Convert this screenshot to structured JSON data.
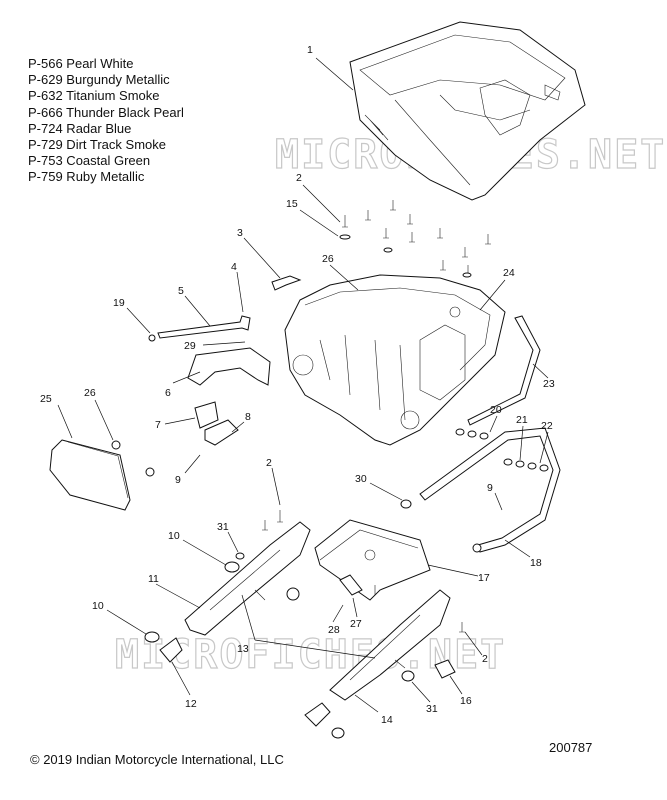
{
  "legend": [
    "P-566 Pearl White",
    "P-629 Burgundy Metallic",
    "P-632 Titanium Smoke",
    "P-666 Thunder Black Pearl",
    "P-724 Radar Blue",
    "P-729 Dirt Track Smoke",
    "P-753 Coastal Green",
    "P-759 Ruby Metallic"
  ],
  "watermark": "MICROFICHES.NET",
  "copyright": "© 2019 Indian Motorcycle International, LLC",
  "diagram_number": "200787",
  "callouts": {
    "c1": "1",
    "c2a": "2",
    "c2b": "2",
    "c2c": "2",
    "c3": "3",
    "c4": "4",
    "c5": "5",
    "c6": "6",
    "c7": "7",
    "c8": "8",
    "c9a": "9",
    "c9b": "9",
    "c10a": "10",
    "c10b": "10",
    "c11": "11",
    "c12": "12",
    "c13": "13",
    "c14": "14",
    "c15": "15",
    "c16": "16",
    "c17": "17",
    "c18": "18",
    "c19": "19",
    "c20": "20",
    "c21": "21",
    "c22": "22",
    "c23": "23",
    "c24": "24",
    "c25": "25",
    "c26a": "26",
    "c26b": "26",
    "c27": "27",
    "c28": "28",
    "c29": "29",
    "c30": "30",
    "c31a": "31",
    "c31b": "31"
  }
}
